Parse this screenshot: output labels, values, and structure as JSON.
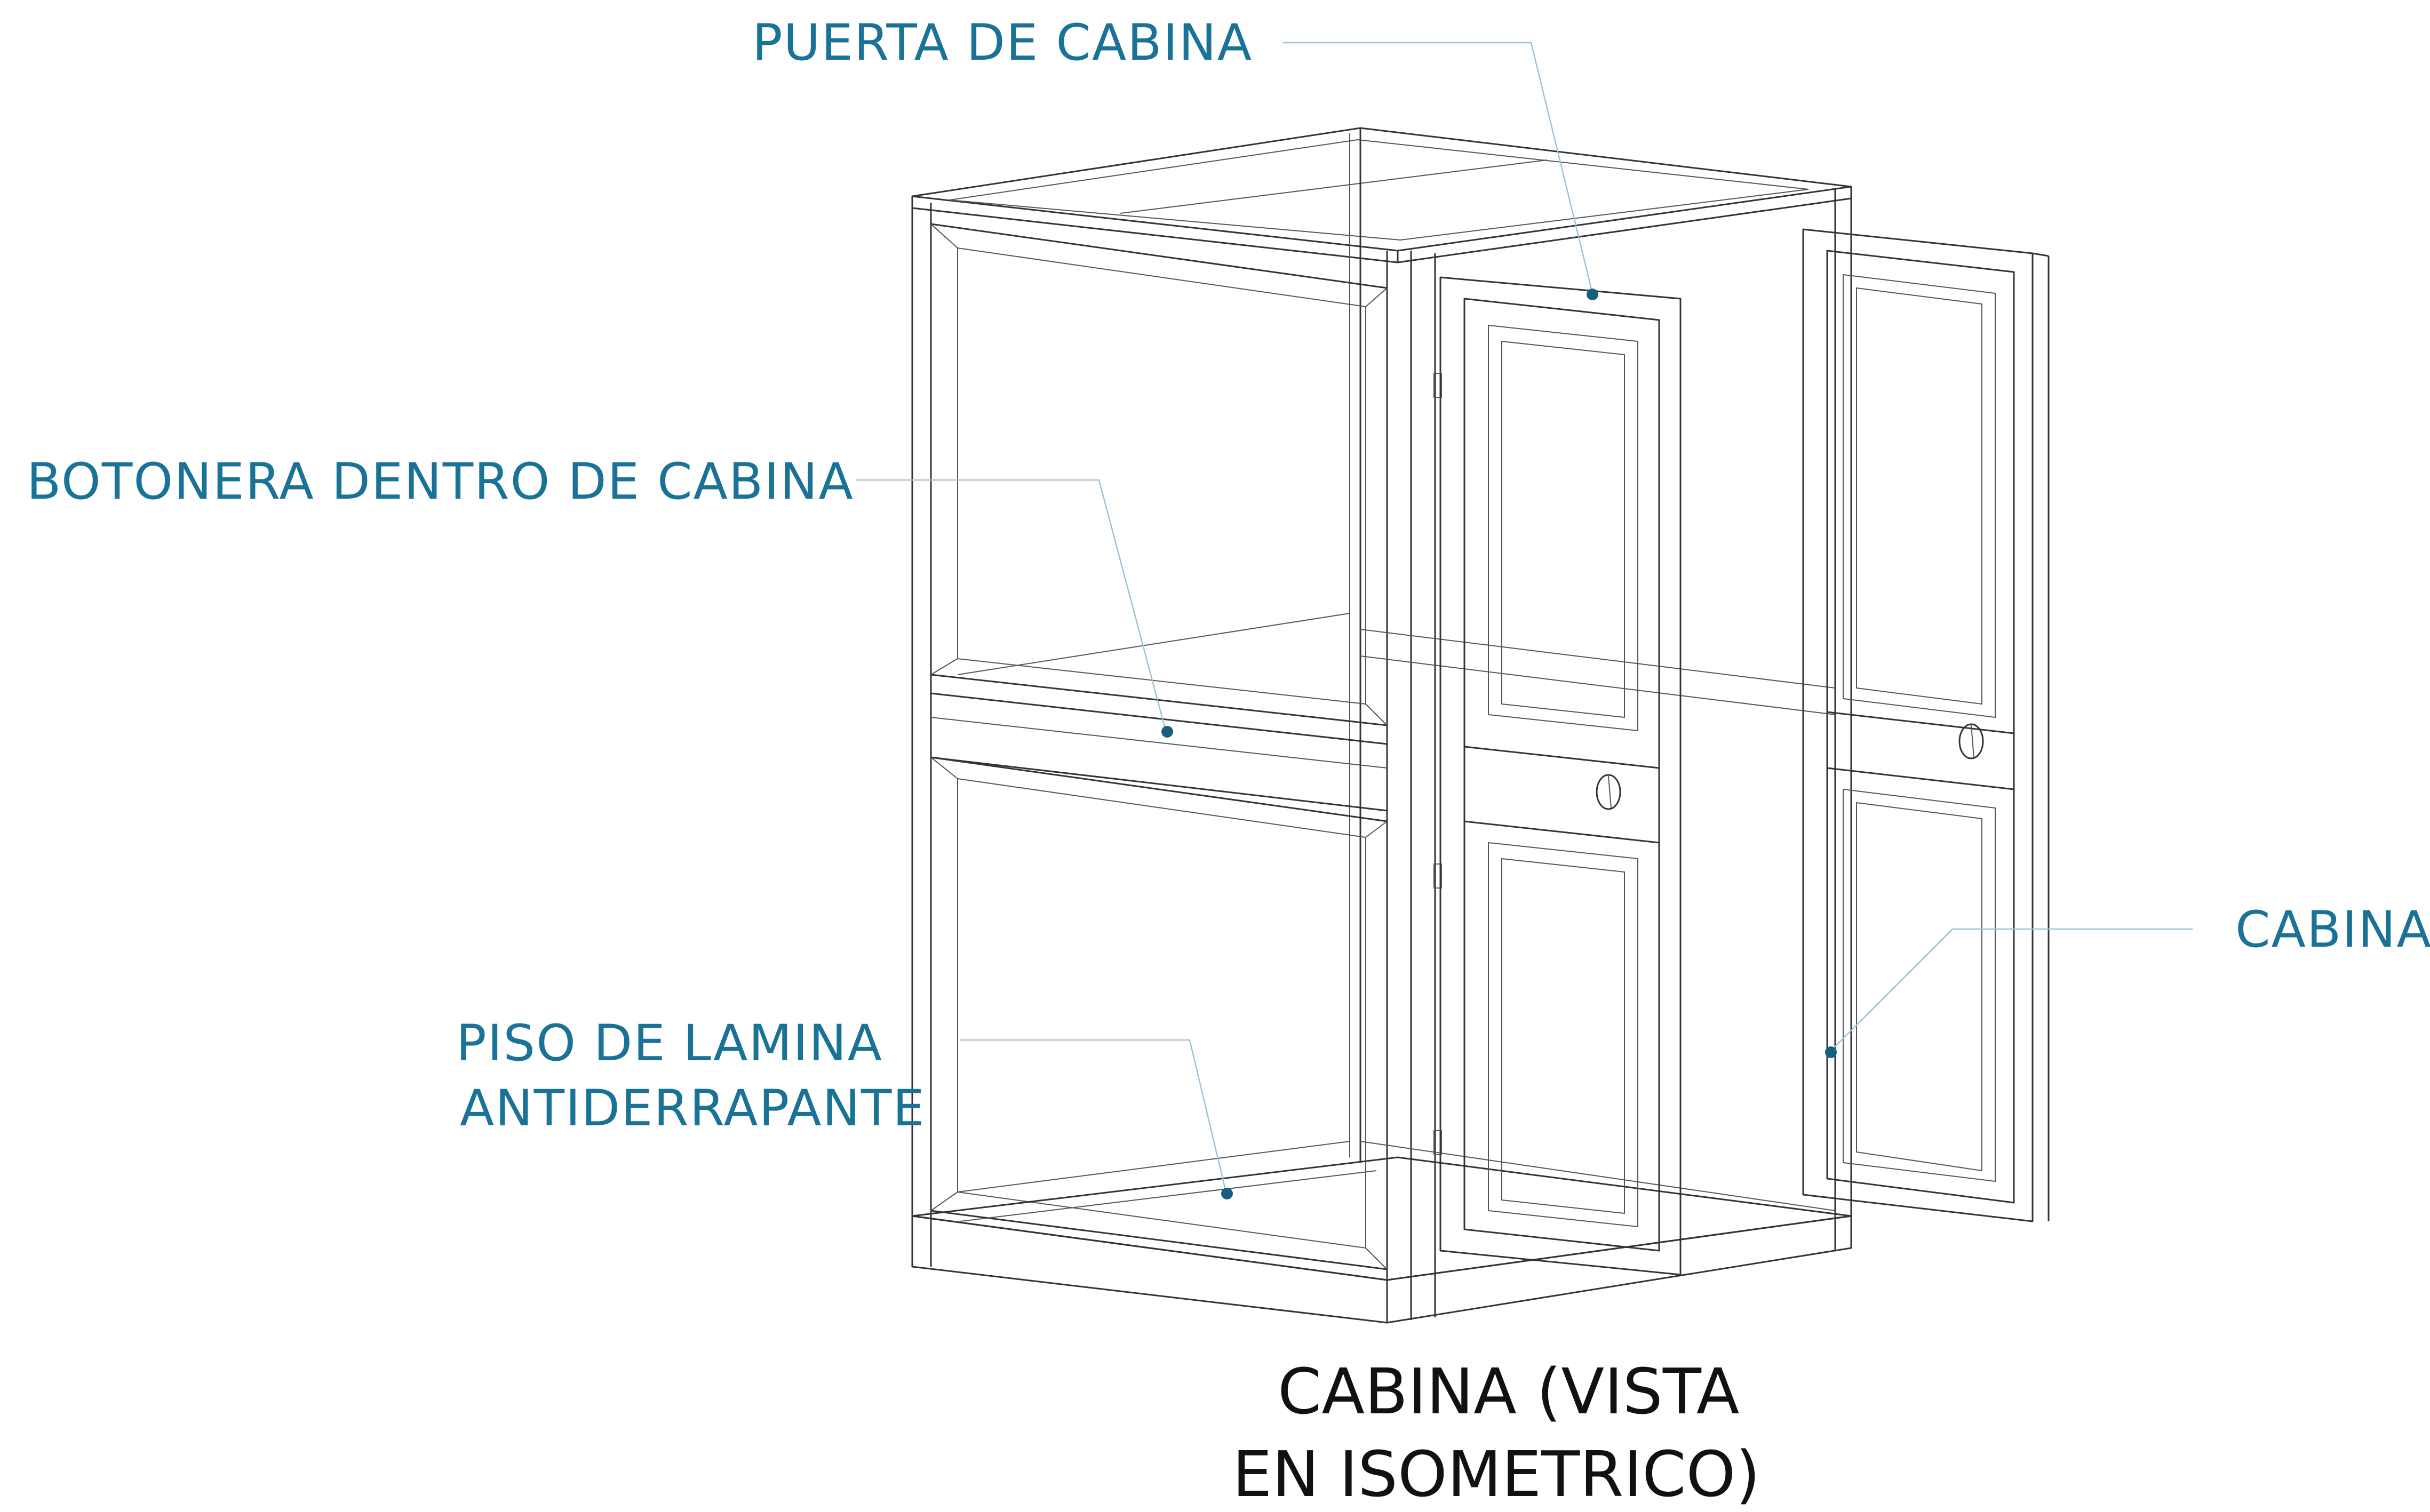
{
  "diagram": {
    "callouts": [
      {
        "id": "puerta",
        "lines": [
          "PUERTA DE CABINA"
        ]
      },
      {
        "id": "botonera",
        "lines": [
          "BOTONERA DENTRO DE  CABINA"
        ]
      },
      {
        "id": "piso",
        "lines": [
          "PISO DE LAMINA",
          "ANTIDERRAPANTE"
        ]
      },
      {
        "id": "cabina",
        "lines": [
          "CABINA"
        ]
      }
    ],
    "caption": {
      "lines": [
        "CABINA (VISTA",
        "EN ISOMETRICO)"
      ]
    }
  },
  "colors": {
    "callout_text": "#1a7296",
    "leader_line": "#9fc3d4",
    "anchor_dot": "#15607f",
    "caption_text": "#111111",
    "drawing_line": "#333333"
  }
}
